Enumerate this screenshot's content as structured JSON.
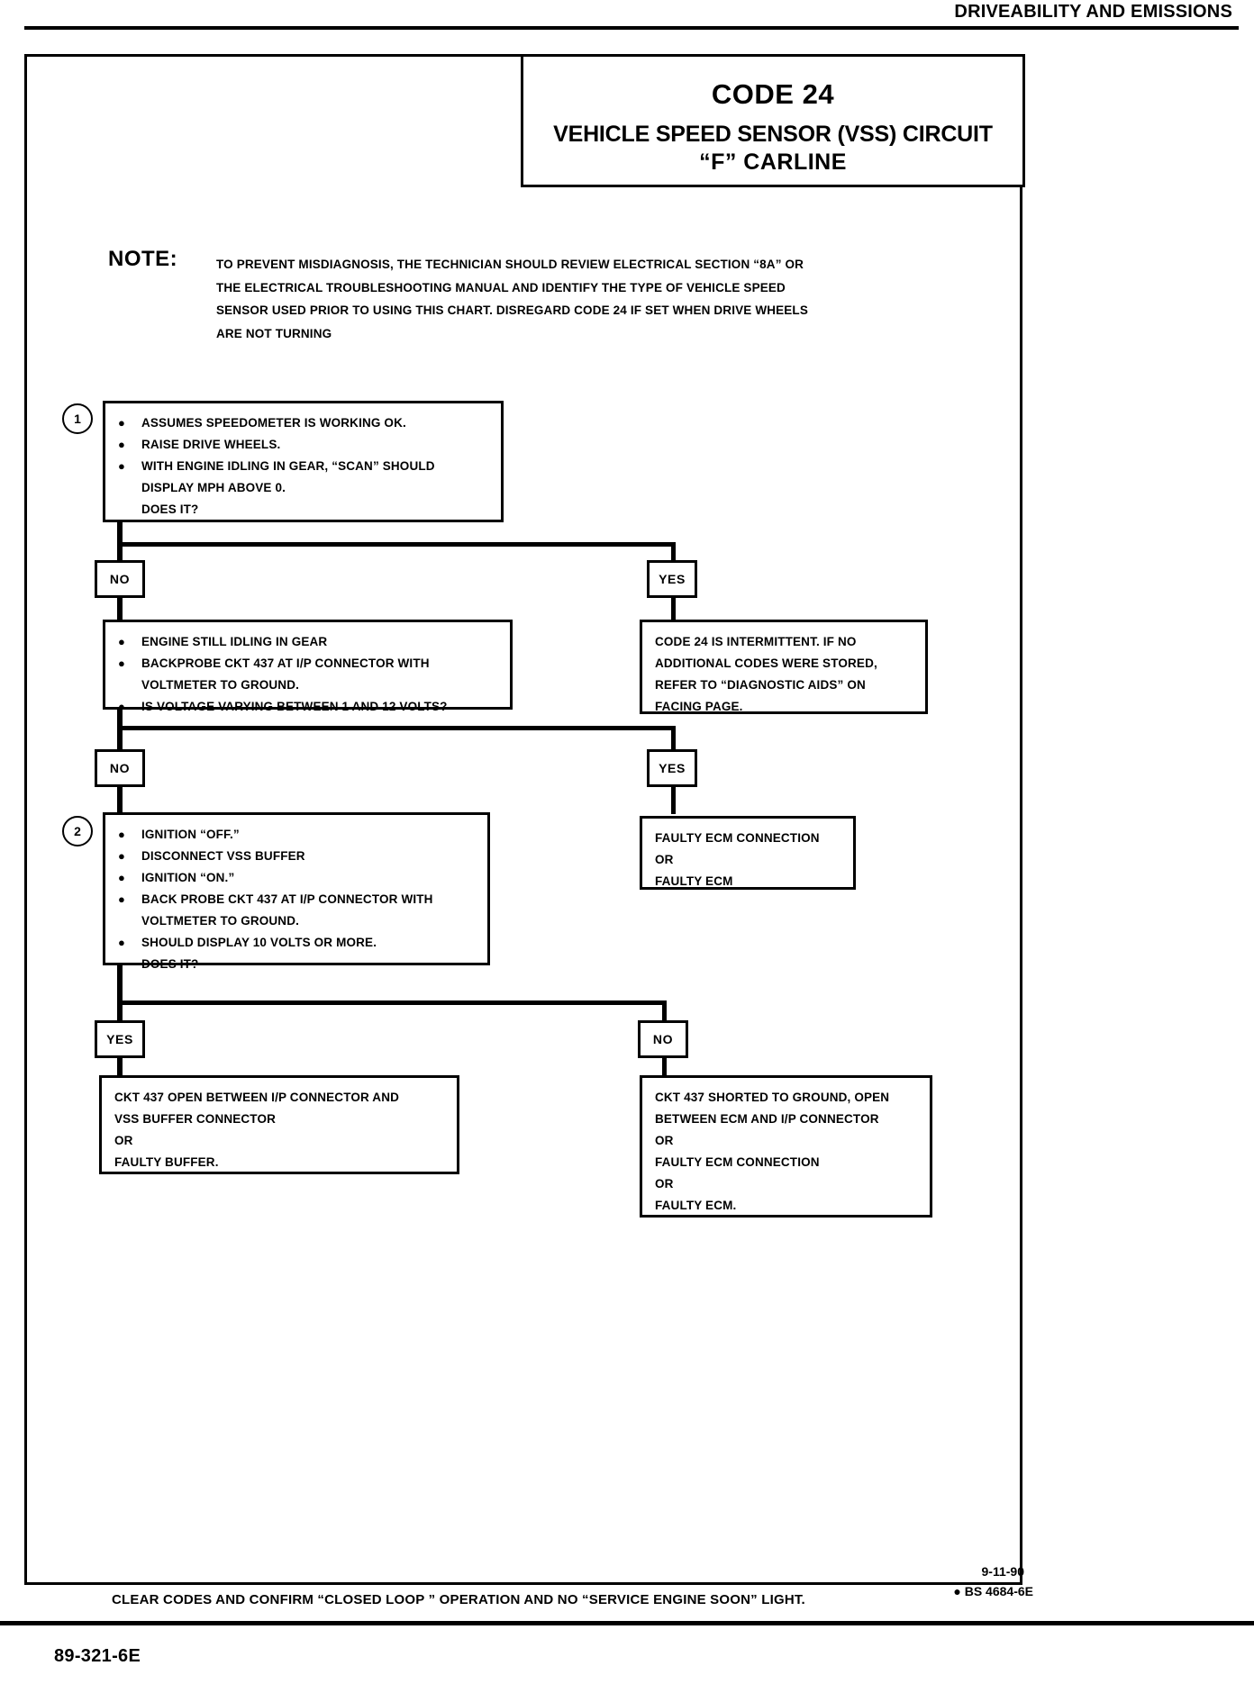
{
  "running_head": "DRIVEABILITY AND EMISSIONS",
  "title": {
    "code": "CODE 24",
    "line1": "VEHICLE SPEED SENSOR (VSS) CIRCUIT",
    "line2": "“F”  CARLINE"
  },
  "note": {
    "label": "NOTE:",
    "lines": [
      "TO PREVENT MISDIAGNOSIS, THE TECHNICIAN SHOULD REVIEW ELECTRICAL SECTION “8A” OR",
      "THE ELECTRICAL TROUBLESHOOTING MANUAL AND IDENTIFY THE TYPE OF VEHICLE SPEED",
      "SENSOR USED PRIOR TO USING THIS CHART.  DISREGARD CODE 24 IF SET WHEN DRIVE WHEELS",
      "ARE NOT TURNING"
    ]
  },
  "steps": {
    "one": "1",
    "two": "2"
  },
  "box1": {
    "bullets": [
      [
        "ASSUMES SPEEDOMETER IS WORKING OK."
      ],
      [
        "RAISE DRIVE WHEELS."
      ],
      [
        "WITH ENGINE IDLING IN GEAR, “SCAN” SHOULD",
        "DISPLAY MPH ABOVE 0.",
        "DOES IT?"
      ]
    ]
  },
  "box2": {
    "bullets": [
      [
        "ENGINE STILL IDLING IN GEAR"
      ],
      [
        "BACKPROBE CKT 437 AT I/P CONNECTOR WITH",
        "VOLTMETER TO GROUND."
      ],
      [
        "IS VOLTAGE VARYING BETWEEN 1 AND 12  VOLTS?"
      ]
    ]
  },
  "box3": {
    "bullets": [
      [
        "IGNITION “OFF.”"
      ],
      [
        "DISCONNECT VSS BUFFER"
      ],
      [
        "IGNITION “ON.”"
      ],
      [
        "BACK PROBE CKT 437 AT I/P CONNECTOR WITH",
        "VOLTMETER TO GROUND."
      ],
      [
        "SHOULD DISPLAY 10 VOLTS OR MORE.",
        "DOES IT?"
      ]
    ]
  },
  "result_intermittent": {
    "lines": [
      "CODE 24 IS INTERMITTENT.  IF NO",
      "ADDITIONAL CODES WERE STORED,",
      "REFER TO “DIAGNOSTIC  AIDS” ON",
      "FACING PAGE."
    ]
  },
  "result_faulty_ecm": {
    "lines": [
      "FAULTY ECM CONNECTION",
      "OR",
      "FAULTY ECM"
    ]
  },
  "result_open_ckt": {
    "lines": [
      "CKT 437 OPEN BETWEEN I/P CONNECTOR AND",
      "VSS BUFFER CONNECTOR",
      "OR",
      "FAULTY BUFFER."
    ]
  },
  "result_shorted_ckt": {
    "lines": [
      "CKT 437 SHORTED TO GROUND, OPEN",
      "BETWEEN ECM AND I/P CONNECTOR",
      "OR",
      "FAULTY ECM CONNECTION",
      "OR",
      "FAULTY ECM."
    ]
  },
  "tags": {
    "no1": "NO",
    "yes1": "YES",
    "no2": "NO",
    "yes2": "YES",
    "yes3": "YES",
    "no3": "NO"
  },
  "footer": {
    "instruction": "CLEAR CODES AND CONFIRM “CLOSED LOOP ” OPERATION AND NO “SERVICE ENGINE SOON” LIGHT.",
    "date": "9-11-90",
    "reference": "● BS 4684-6E",
    "page_code": "89-321-6E"
  },
  "colors": {
    "ink": "#000000",
    "paper": "#ffffff"
  }
}
